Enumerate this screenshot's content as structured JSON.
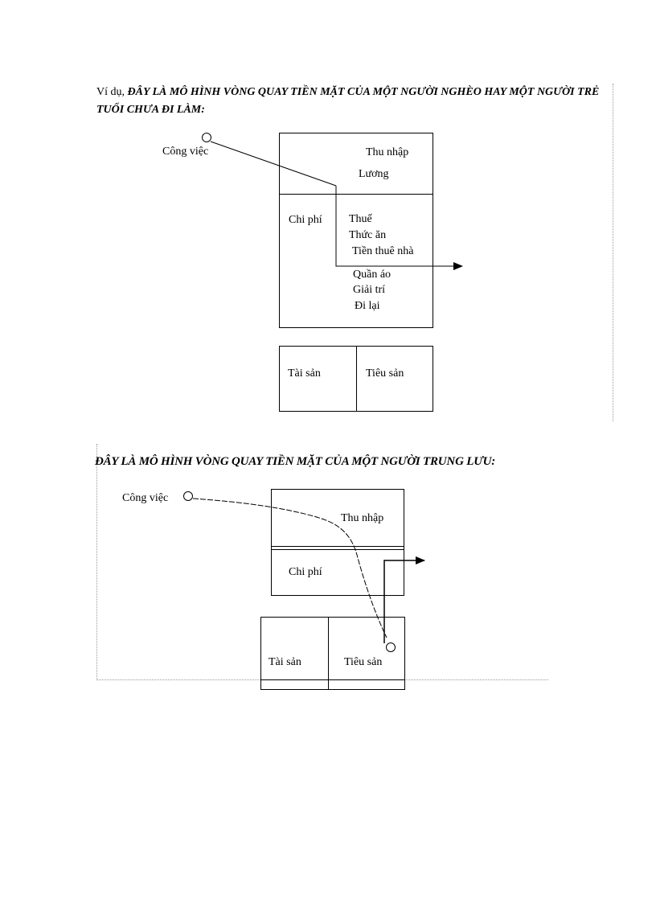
{
  "intro": {
    "lead": "Ví dụ, ",
    "title": "ĐÂY LÀ MÔ HÌNH VÒNG QUAY TIỀN MẶT CỦA MỘT NGƯỜI NGHÈO HAY MỘT NGƯỜI TRẺ TUỔI CHƯA ĐI LÀM:"
  },
  "diagram1": {
    "job": "Công việc",
    "income_title": "Thu nhập",
    "income_item": "Lương",
    "expense_title": "Chi phí",
    "expense_items": [
      "Thuế",
      "Thức ăn",
      "Tiền thuê nhà",
      "Quần áo",
      "Giải trí",
      "Đi lại"
    ],
    "assets": "Tài sản",
    "liabilities": "Tiêu sản"
  },
  "heading2": "ĐÂY LÀ MÔ HÌNH VÒNG QUAY TIỀN MẶT CỦA MỘT NGƯỜI TRUNG LƯU:",
  "diagram2": {
    "job": "Công việc",
    "income_title": "Thu nhập",
    "expense_title": "Chi phí",
    "assets": "Tài sản",
    "liabilities": "Tiêu sản"
  }
}
